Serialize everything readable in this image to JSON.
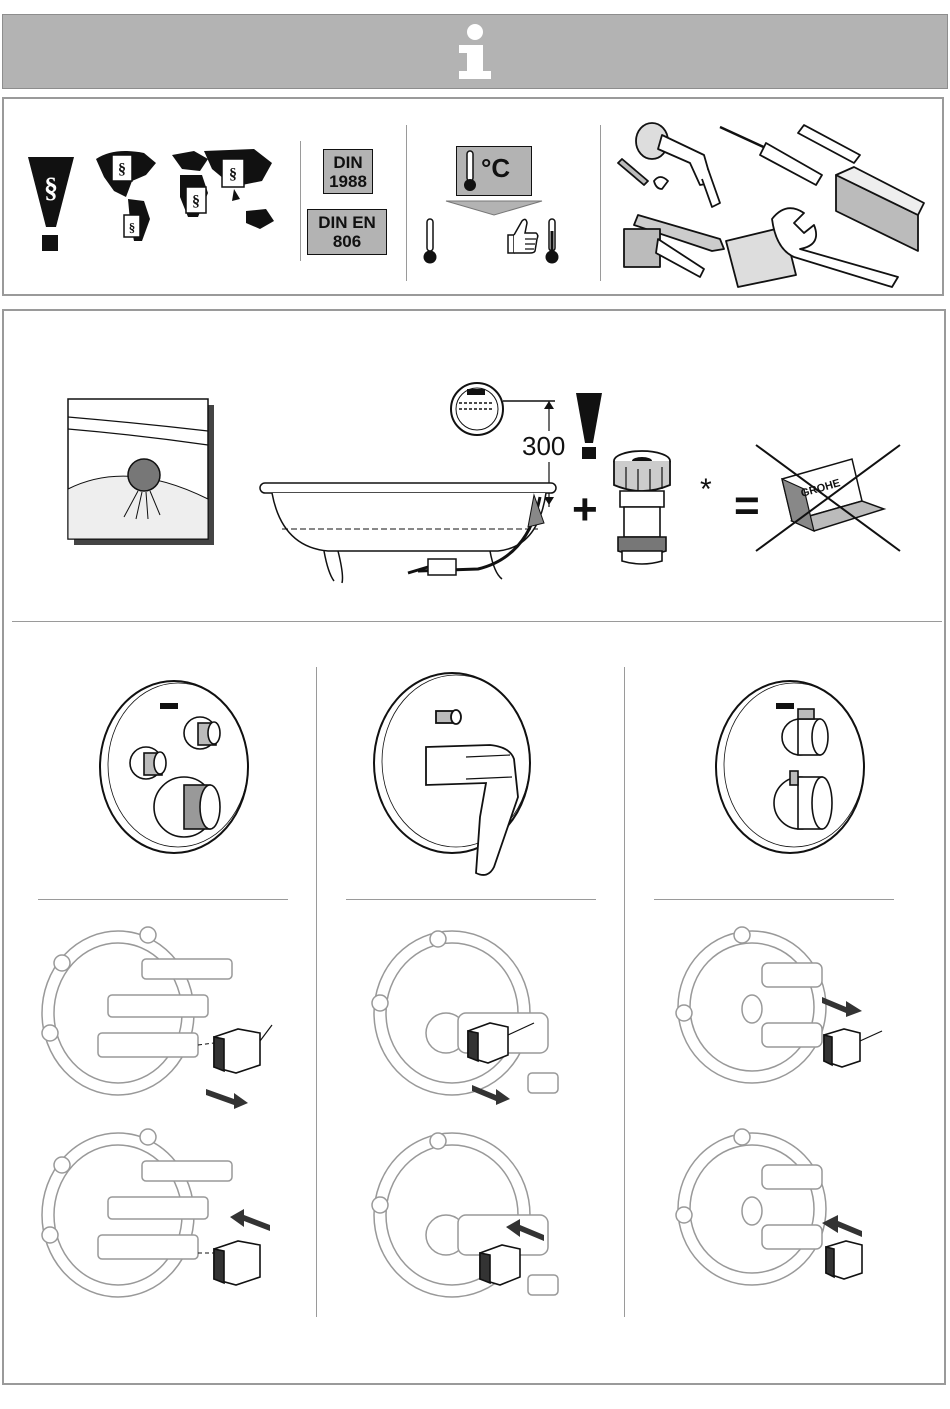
{
  "header": {
    "icon": "info-i-icon"
  },
  "standards": {
    "din_1988": {
      "line1": "DIN",
      "line2": "1988"
    },
    "din_en_806": {
      "line1": "DIN EN",
      "line2": "806"
    }
  },
  "temperature": {
    "unit": "°C"
  },
  "installation": {
    "height_value": "300",
    "plus": "+",
    "asterisk": "*",
    "equals": "=",
    "brand_on_box": "GROHE"
  },
  "colors": {
    "header_bg": "#b3b3b3",
    "border": "#9a9a9a",
    "ink": "#111111"
  },
  "icons": [
    "warning-exclamation-icon",
    "world-map-icon",
    "thermometer-icon",
    "thumbs-up-icon",
    "tools-icon",
    "bathtub-icon",
    "cartridge-icon",
    "crossed-box-icon"
  ]
}
